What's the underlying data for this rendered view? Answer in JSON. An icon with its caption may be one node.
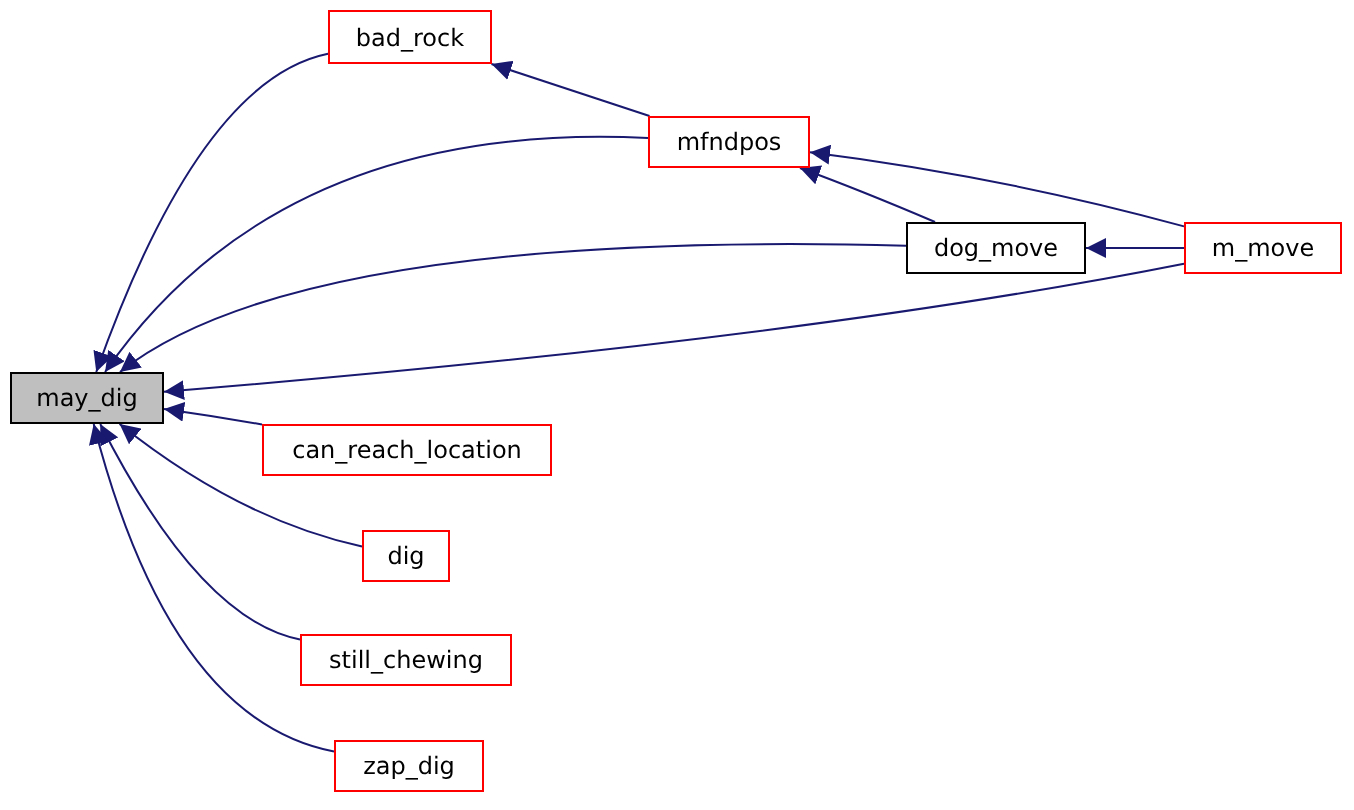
{
  "diagram": {
    "nodes": [
      {
        "text": [
          "may_dig"
        ]
      },
      {
        "text": [
          "bad_rock"
        ]
      },
      {
        "text": [
          "mfndpos"
        ]
      },
      {
        "text": [
          "dog_move"
        ]
      },
      {
        "text": [
          "m_move"
        ]
      },
      {
        "text": [
          "can_reach_location"
        ]
      },
      {
        "text": [
          "dig"
        ]
      },
      {
        "text": [
          "still_chewing"
        ]
      },
      {
        "text": [
          "zap_dig"
        ]
      }
    ],
    "edges": [
      {
        "from": 1,
        "to": 0,
        "arrow": "to"
      },
      {
        "from": 2,
        "to": 0,
        "arrow": "to"
      },
      {
        "from": 3,
        "to": 0,
        "arrow": "to"
      },
      {
        "from": 4,
        "to": 0,
        "arrow": "to"
      },
      {
        "from": 5,
        "to": 0,
        "arrow": "to"
      },
      {
        "from": 6,
        "to": 0,
        "arrow": "to"
      },
      {
        "from": 7,
        "to": 0,
        "arrow": "to"
      },
      {
        "from": 8,
        "to": 0,
        "arrow": "to"
      },
      {
        "from": 2,
        "to": 1,
        "arrow": "to"
      },
      {
        "from": 4,
        "to": 2,
        "arrow": "to"
      },
      {
        "from": 3,
        "to": 2,
        "arrow": "to"
      },
      {
        "from": 4,
        "to": 3,
        "arrow": "to"
      }
    ]
  }
}
